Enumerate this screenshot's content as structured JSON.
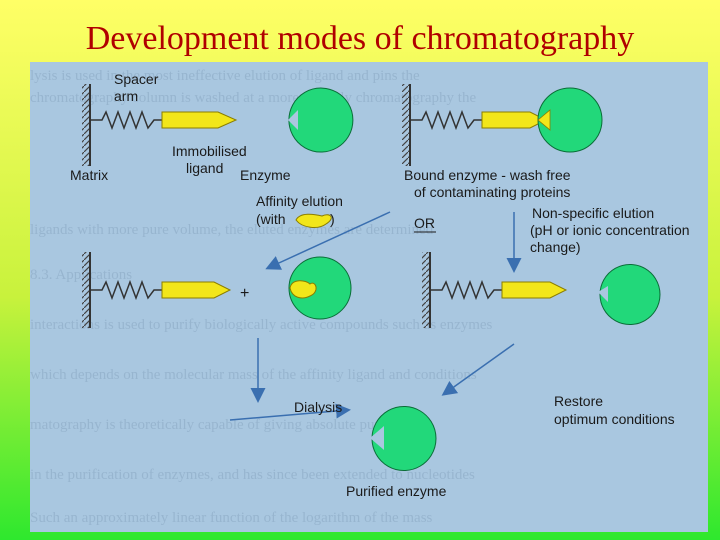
{
  "slide": {
    "title": "Development modes of chromatography"
  },
  "diagram": {
    "spacer_arm": "Spacer\narm",
    "immobilised_ligand": "Immobilised\nligand",
    "matrix": "Matrix",
    "enzyme": "Enzyme",
    "bound_enzyme": "Bound enzyme - wash free\nof contaminating proteins",
    "affinity_elution": "Affinity elution\n(with        )",
    "or": "OR",
    "nonspecific_elution": "Non-specific elution\n(pH or ionic concentration\nchange)",
    "plus": "+",
    "dialysis": "Dialysis",
    "restore": "Restore\noptimum conditions",
    "purified_enzyme": "Purified enzyme"
  },
  "colors": {
    "enzyme_fill": "#22d87a",
    "ligand_fill": "#f2e61a",
    "arrow": "#3a6fb0",
    "title": "#b00000"
  }
}
